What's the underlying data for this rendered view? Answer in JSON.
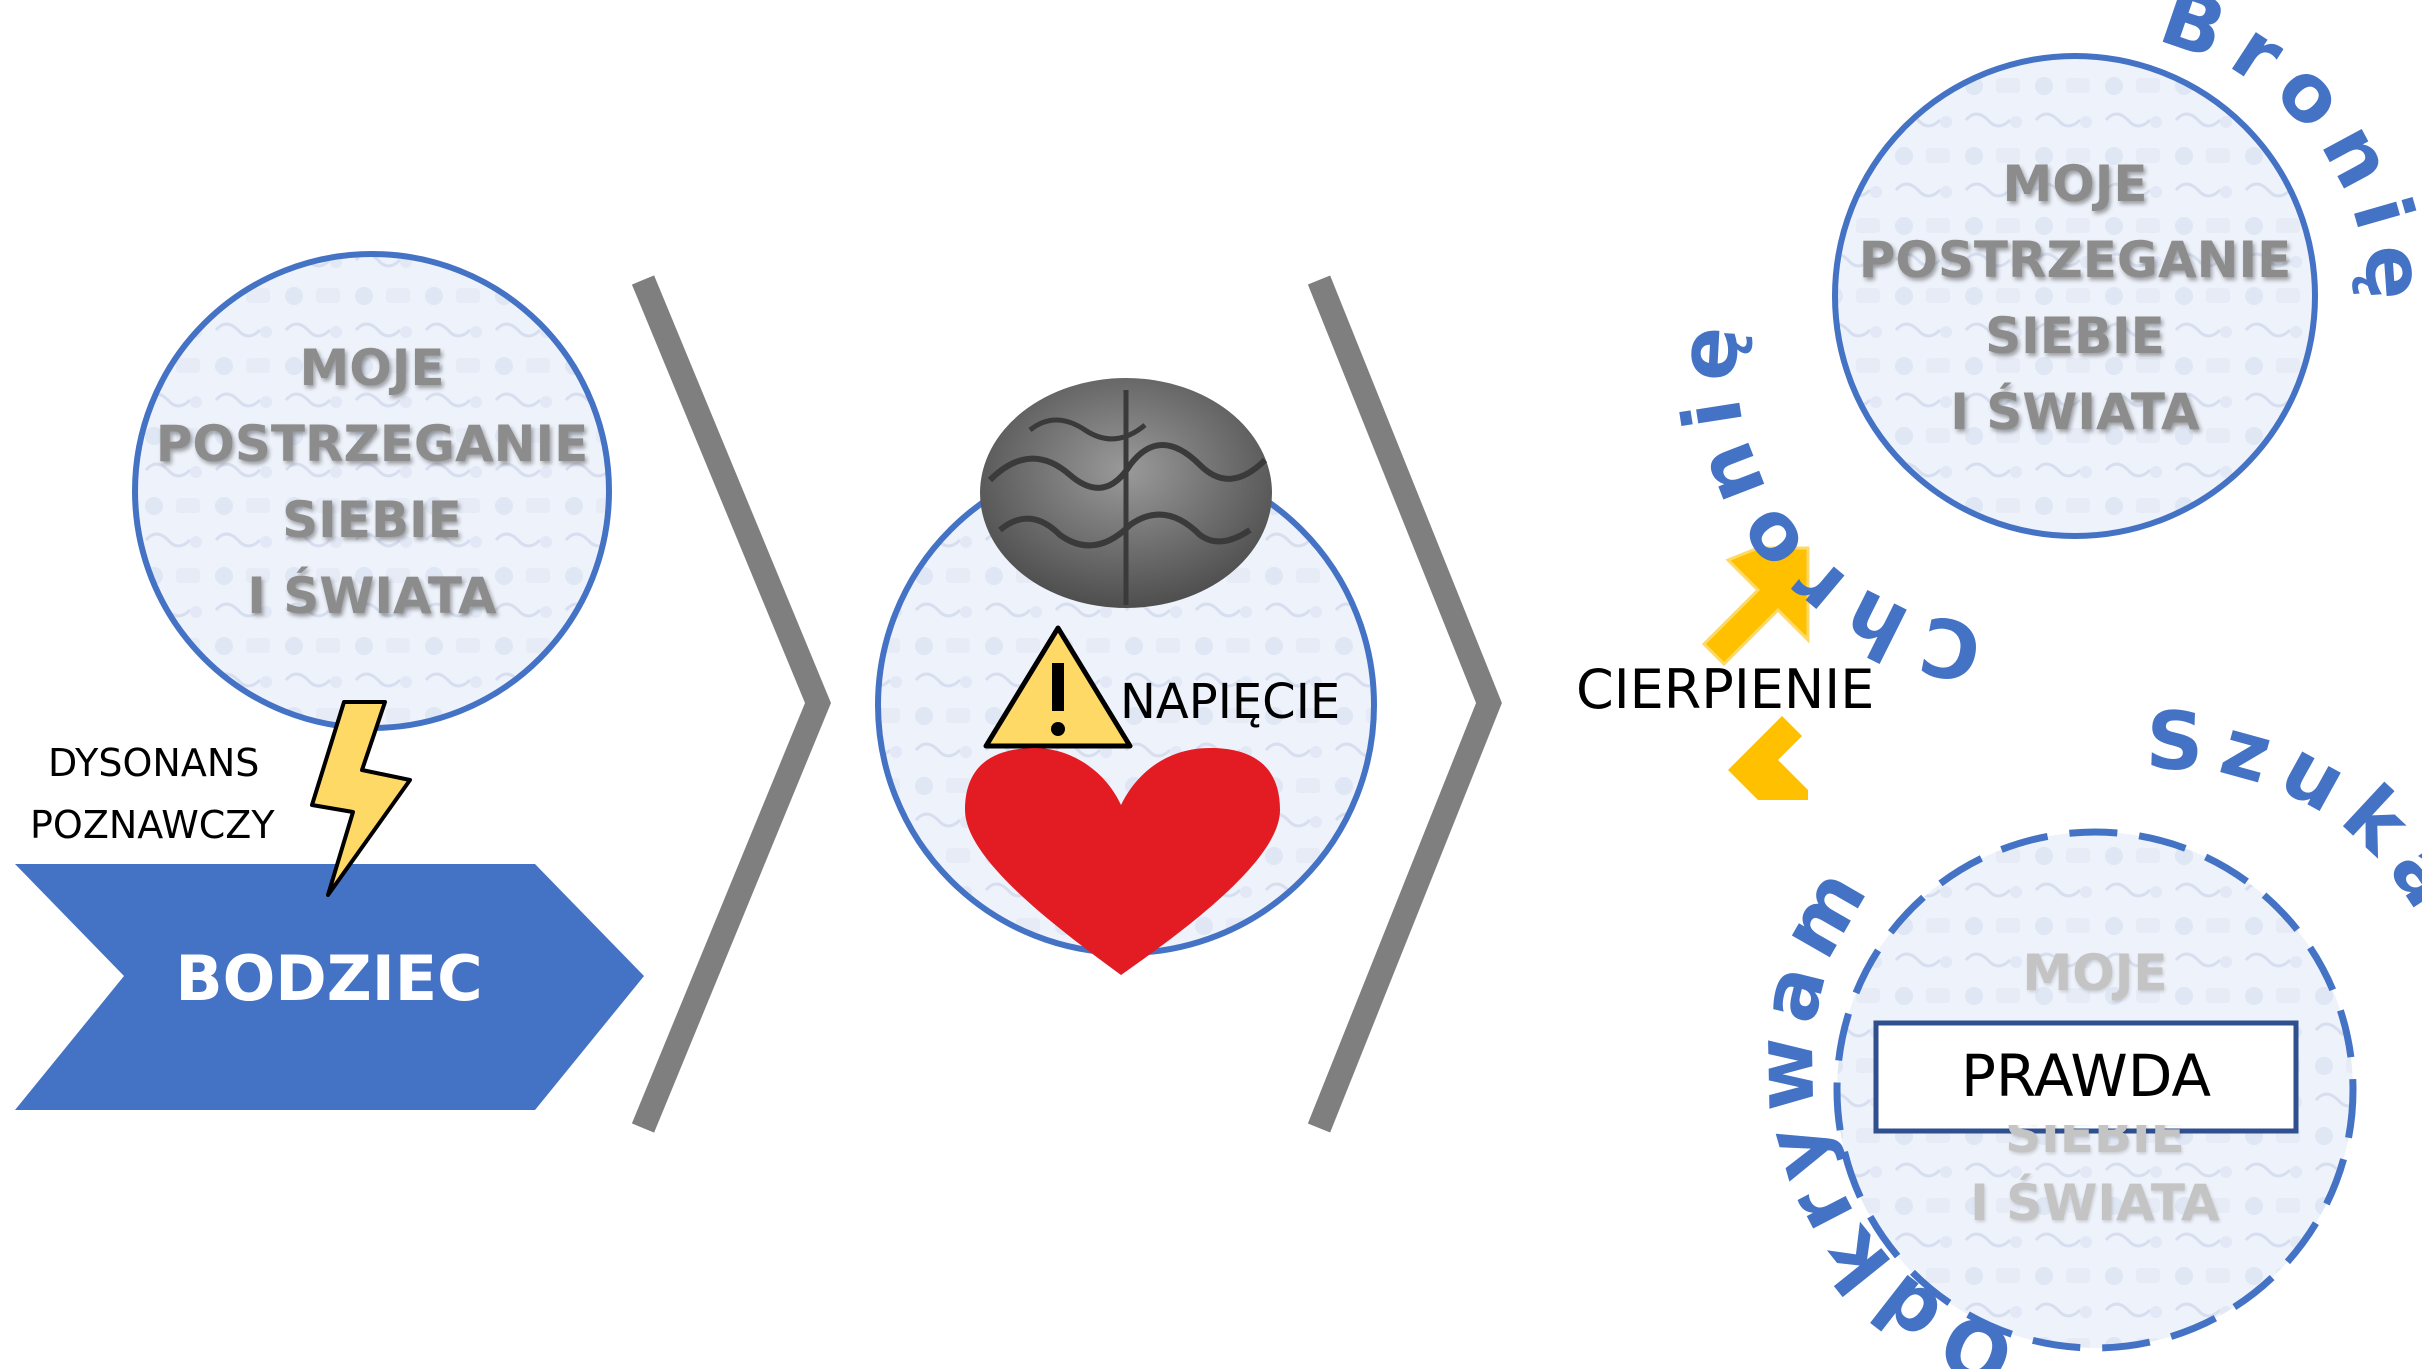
{
  "circles": {
    "left_lines": [
      "MOJE",
      "POSTRZEGANIE",
      "SIEBIE",
      "I ŚWIATA"
    ],
    "top_right_lines": [
      "MOJE",
      "POSTRZEGANIE",
      "SIEBIE",
      "I ŚWIATA"
    ],
    "bottom_right_lines": [
      "MOJE",
      "SIEBIE",
      "I ŚWIATA"
    ]
  },
  "labels": {
    "dysonans_line1": "DYSONANS",
    "dysonans_line2": "POZNAWCZY",
    "bodziec": "BODZIEC",
    "napiecie": "NAPIĘCIE",
    "cierpienie": "CIERPIENIE",
    "prawda": "PRAWDA"
  },
  "arc_words": {
    "chronie": "Chronię",
    "bronie": "Bronię",
    "odkrywam": "Odkrywam",
    "szukam": "Szukam"
  },
  "colors": {
    "blue": "#4472c4",
    "gray_chevron": "#7f7f7f",
    "yellow": "#ffc000",
    "red_heart": "#e31b23",
    "warning_yellow": "#ffd966"
  }
}
